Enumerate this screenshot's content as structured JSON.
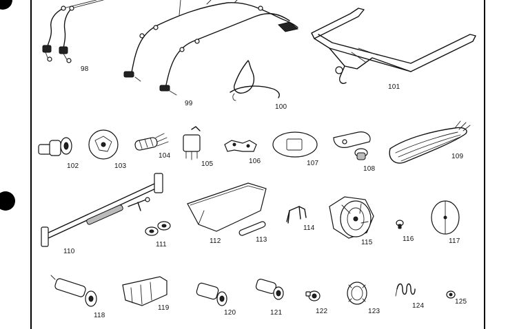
{
  "parts": [
    {
      "id": "98",
      "label": "98"
    },
    {
      "id": "99",
      "label": "99"
    },
    {
      "id": "100",
      "label": "100"
    },
    {
      "id": "101",
      "label": "101"
    },
    {
      "id": "102",
      "label": "102"
    },
    {
      "id": "103",
      "label": "103"
    },
    {
      "id": "104",
      "label": "104"
    },
    {
      "id": "105",
      "label": "105"
    },
    {
      "id": "106",
      "label": "106"
    },
    {
      "id": "107",
      "label": "107"
    },
    {
      "id": "108",
      "label": "108"
    },
    {
      "id": "109",
      "label": "109"
    },
    {
      "id": "110",
      "label": "110"
    },
    {
      "id": "111",
      "label": "111"
    },
    {
      "id": "112",
      "label": "112"
    },
    {
      "id": "113",
      "label": "113"
    },
    {
      "id": "114",
      "label": "114"
    },
    {
      "id": "115",
      "label": "115"
    },
    {
      "id": "116",
      "label": "116"
    },
    {
      "id": "117",
      "label": "117"
    },
    {
      "id": "118",
      "label": "118"
    },
    {
      "id": "119",
      "label": "119"
    },
    {
      "id": "120",
      "label": "120"
    },
    {
      "id": "121",
      "label": "121"
    },
    {
      "id": "122",
      "label": "122"
    },
    {
      "id": "123",
      "label": "123"
    },
    {
      "id": "124",
      "label": "124"
    },
    {
      "id": "125",
      "label": "125"
    }
  ]
}
